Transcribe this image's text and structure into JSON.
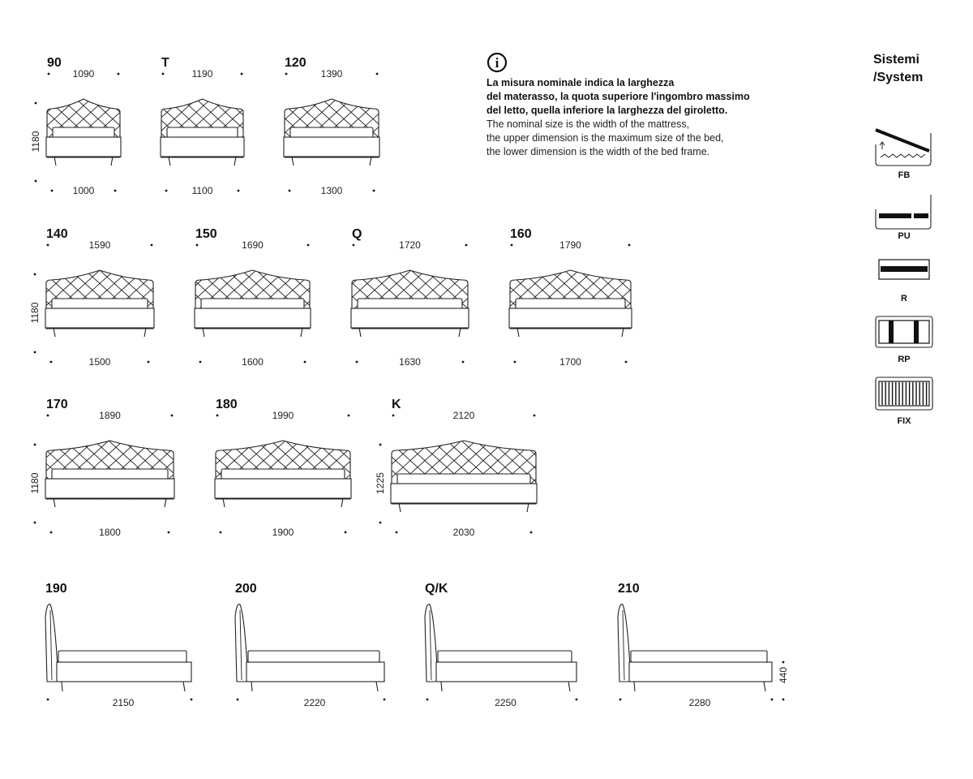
{
  "front_views": [
    {
      "label": "90",
      "top_width": "1090",
      "bottom_width": "1000",
      "height": "1180"
    },
    {
      "label": "T",
      "top_width": "1190",
      "bottom_width": "1100",
      "height": ""
    },
    {
      "label": "120",
      "top_width": "1390",
      "bottom_width": "1300",
      "height": ""
    },
    {
      "label": "140",
      "top_width": "1590",
      "bottom_width": "1500",
      "height": "1180"
    },
    {
      "label": "150",
      "top_width": "1690",
      "bottom_width": "1600",
      "height": ""
    },
    {
      "label": "Q",
      "top_width": "1720",
      "bottom_width": "1630",
      "height": ""
    },
    {
      "label": "160",
      "top_width": "1790",
      "bottom_width": "1700",
      "height": ""
    },
    {
      "label": "170",
      "top_width": "1890",
      "bottom_width": "1800",
      "height": "1180"
    },
    {
      "label": "180",
      "top_width": "1990",
      "bottom_width": "1900",
      "height": ""
    },
    {
      "label": "K",
      "top_width": "2120",
      "bottom_width": "2030",
      "height": "1225"
    }
  ],
  "side_views": [
    {
      "label": "190",
      "length": "2150",
      "height": ""
    },
    {
      "label": "200",
      "length": "2220",
      "height": ""
    },
    {
      "label": "Q/K",
      "length": "2250",
      "height": ""
    },
    {
      "label": "210",
      "length": "2280",
      "height": "440"
    }
  ],
  "info": {
    "bold_lines": [
      "La misura nominale indica la larghezza",
      "del materasso, la quota superiore l'ingombro massimo",
      "del letto, quella inferiore la larghezza del giroletto."
    ],
    "regular_lines": [
      "The nominal size is the width of the mattress,",
      "the upper dimension is the maximum size of the bed,",
      "the lower dimension is the width of the bed frame."
    ],
    "icon_glyph": "i"
  },
  "systems": {
    "title_line1": "Sistemi",
    "title_line2": "/System",
    "items": [
      {
        "code": "FB",
        "icon": "storage-lift-icon"
      },
      {
        "code": "PU",
        "icon": "bed-base-icon"
      },
      {
        "code": "R",
        "icon": "slatted-frame-icon"
      },
      {
        "code": "RP",
        "icon": "reinforced-frame-icon"
      },
      {
        "code": "FIX",
        "icon": "fixed-slats-icon"
      }
    ]
  }
}
